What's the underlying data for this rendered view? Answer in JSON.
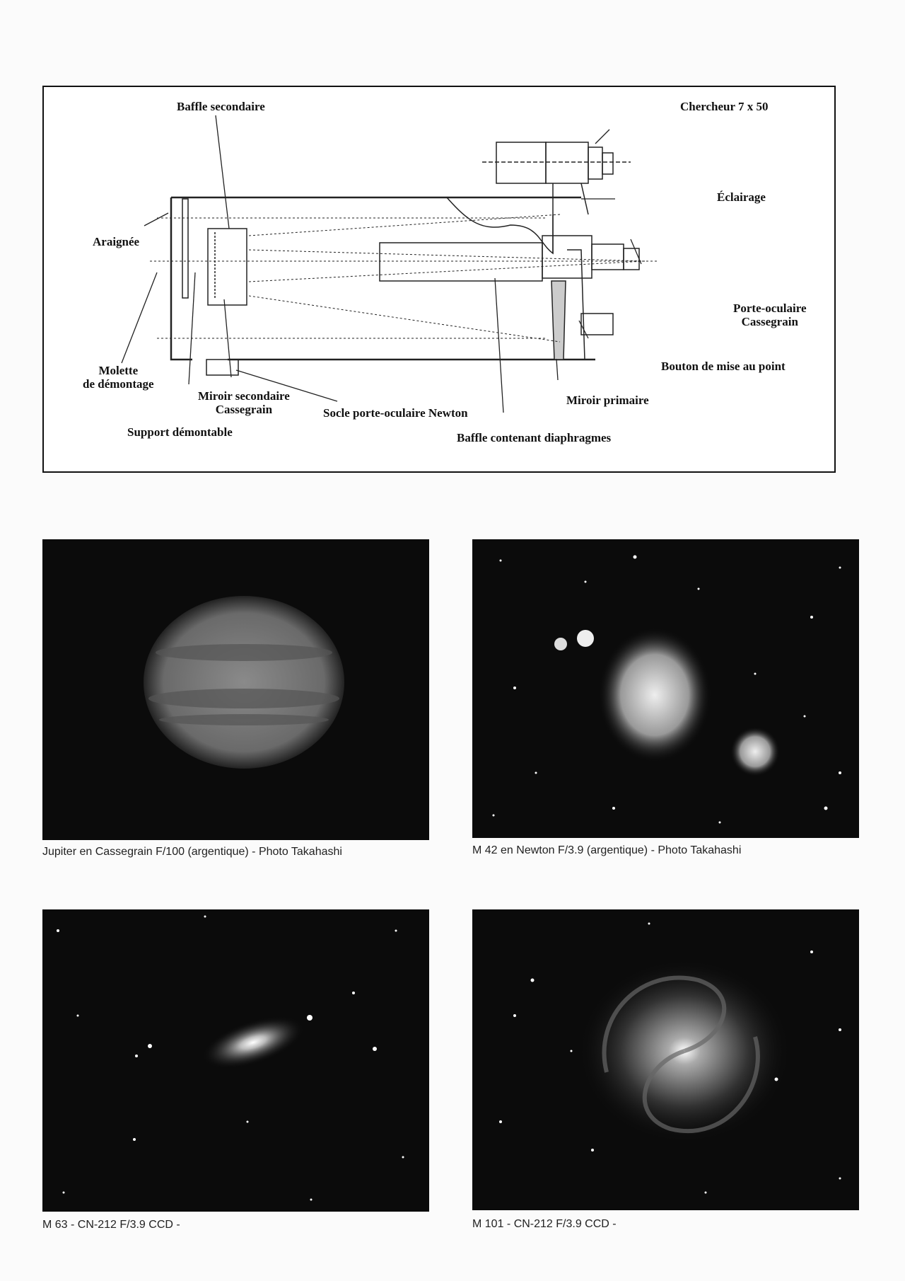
{
  "diagram": {
    "labels": {
      "baffle_secondaire": "Baffle secondaire",
      "chercheur": "Chercheur 7 x 50",
      "eclairage": "Éclairage",
      "araignee": "Araignée",
      "porte_oculaire_1": "Porte-oculaire",
      "porte_oculaire_2": "Cassegrain",
      "bouton": "Bouton de mise au point",
      "molette_1": "Molette",
      "molette_2": "de démontage",
      "miroir_sec_1": "Miroir secondaire",
      "miroir_sec_2": "Cassegrain",
      "support": "Support démontable",
      "socle": "Socle porte-oculaire Newton",
      "miroir_primaire": "Miroir primaire",
      "baffle_diaphragmes": "Baffle contenant diaphragmes"
    }
  },
  "photos": [
    {
      "caption": "Jupiter en Cassegrain F/100 (argentique) - Photo Takahashi"
    },
    {
      "caption": "M 42 en Newton F/3.9 (argentique) - Photo Takahashi"
    },
    {
      "caption": "M 63 - CN-212 F/3.9 CCD -"
    },
    {
      "caption": "M 101 - CN-212 F/3.9 CCD -"
    }
  ]
}
